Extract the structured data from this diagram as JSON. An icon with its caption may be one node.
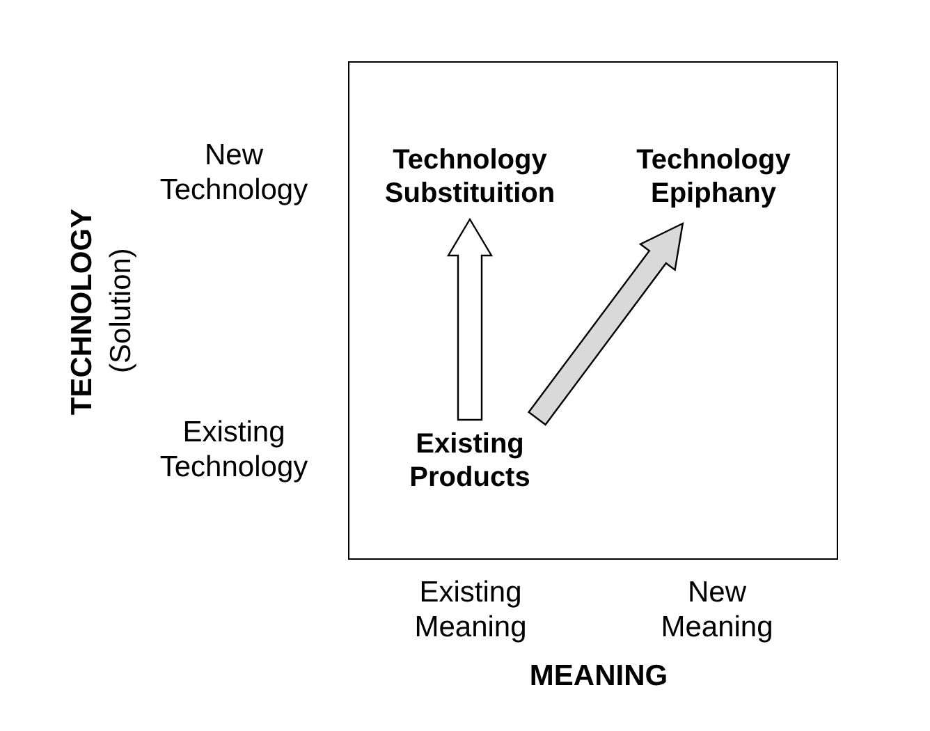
{
  "diagram": {
    "nodes": [
      {
        "text": [],
        "shape": "box"
      },
      {
        "text": [
          "Technology Substituition"
        ],
        "in": 0
      },
      {
        "text": [
          "Technology Epiphany"
        ],
        "in": 0
      },
      {
        "text": [
          "Existing Products"
        ],
        "in": 0
      }
    ],
    "edges": [
      {
        "from": 3,
        "to": 1,
        "arrow": "to"
      },
      {
        "from": 3,
        "to": 2,
        "arrow": "to",
        "color": "#d9d9d9"
      }
    ],
    "labels": [
      "TECHNOLOGY",
      "(Solution)",
      "New Technology",
      "Existing Technology",
      "Existing Meaning",
      "New Meaning",
      "MEANING"
    ]
  }
}
